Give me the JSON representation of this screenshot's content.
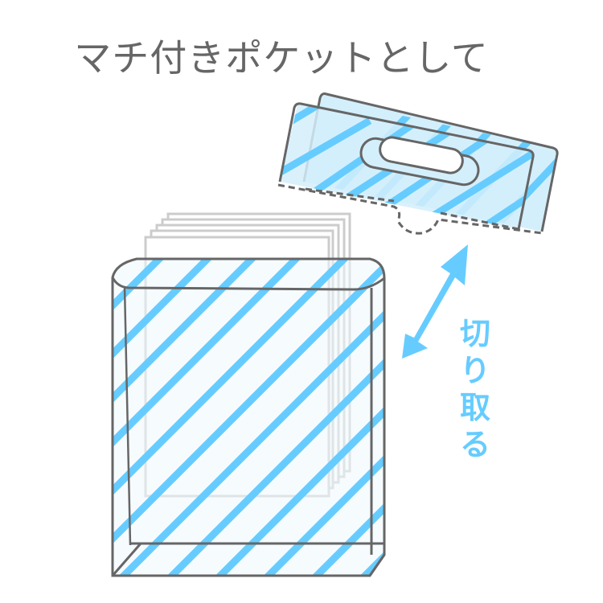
{
  "title": "マチ付きポケットとして",
  "label": {
    "chars": [
      "切",
      "り",
      "取",
      "る"
    ],
    "text": "切り取る"
  },
  "colors": {
    "title_text": "#666666",
    "outline": "#666666",
    "stripe": "#66ccff",
    "tint": "#d4effc",
    "pocket_tint": "#eef8fd",
    "paper_edge": "#cccccc",
    "arrow": "#66ccff"
  },
  "illustration": {
    "pocket": "gusseted clear pocket with diagonal blue stripes holding a stack of paper",
    "header": "detached hanger header with oval hang hole and dashed perforation line",
    "arrow": "double-headed diagonal arrow indicating cut-off"
  }
}
